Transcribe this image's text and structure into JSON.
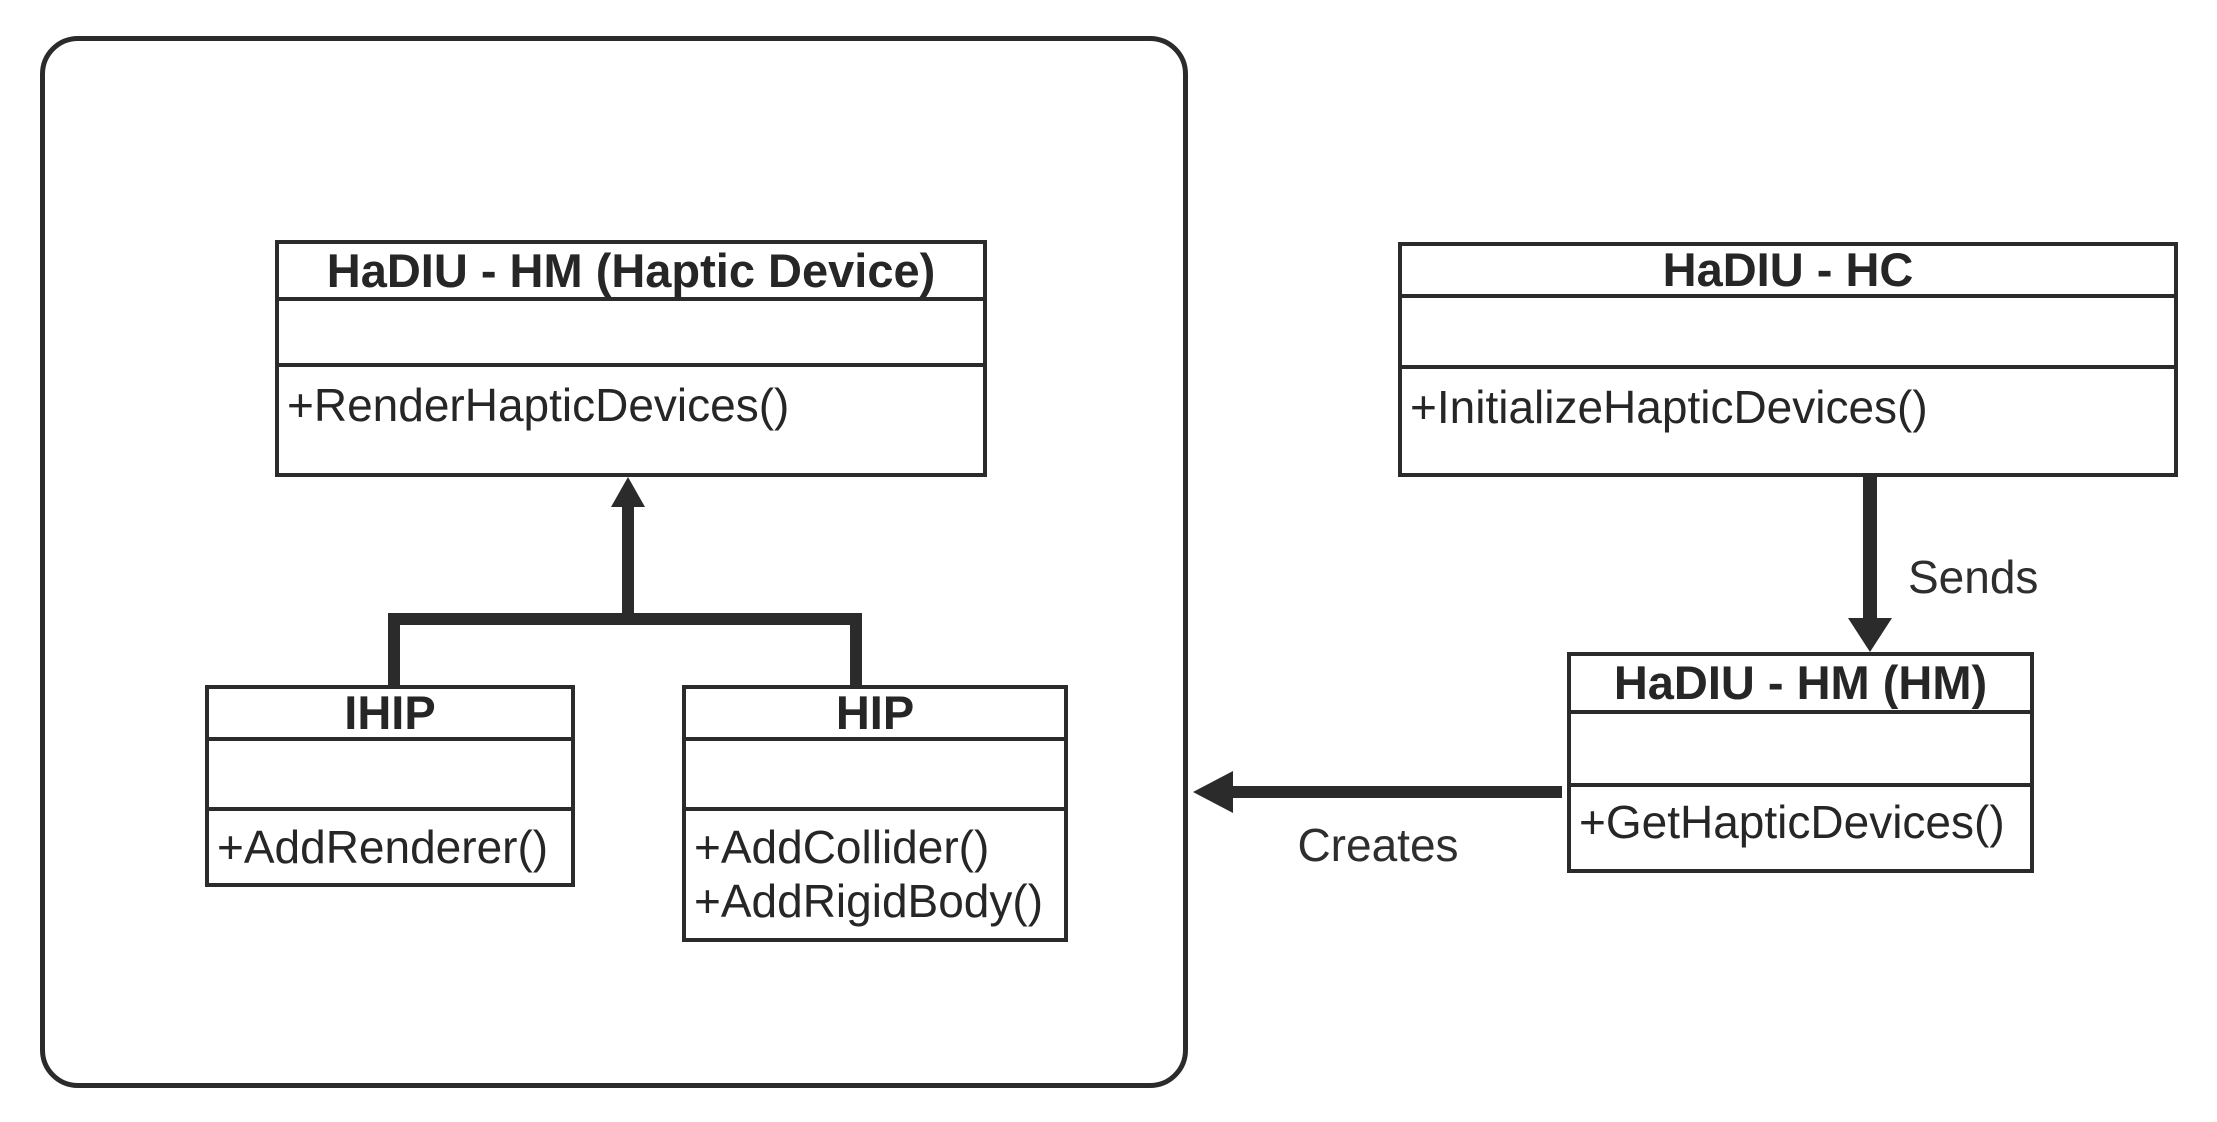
{
  "classes": {
    "haptic_device": {
      "title": "HaDIU - HM (Haptic Device)",
      "attributes": [],
      "methods": [
        "+RenderHapticDevices()"
      ]
    },
    "hc": {
      "title": "HaDIU - HC",
      "attributes": [],
      "methods": [
        "+InitializeHapticDevices()"
      ]
    },
    "hm": {
      "title": "HaDIU - HM (HM)",
      "attributes": [],
      "methods": [
        "+GetHapticDevices()"
      ]
    },
    "ihip": {
      "title": "IHIP",
      "attributes": [],
      "methods": [
        "+AddRenderer()"
      ]
    },
    "hip": {
      "title": "HIP",
      "attributes": [],
      "methods": [
        "+AddCollider()",
        "+AddRigidBody()"
      ]
    }
  },
  "edges": {
    "sends": {
      "label": "Sends",
      "type": "arrow-down"
    },
    "creates": {
      "label": "Creates",
      "type": "arrow-left"
    },
    "inheritance": {
      "label": "",
      "type": "arrow-up"
    }
  },
  "colors": {
    "line": "#2b2b2b",
    "text": "#262626",
    "background": "#ffffff"
  }
}
